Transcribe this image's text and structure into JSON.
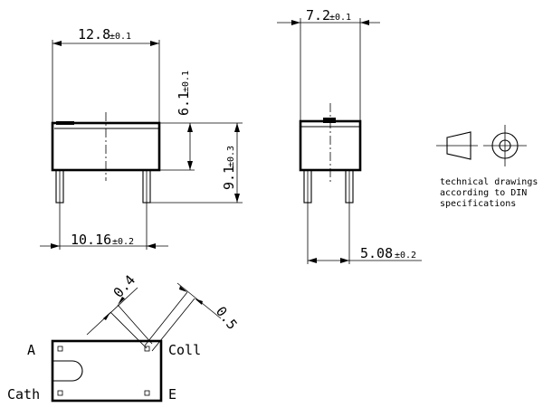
{
  "dimensions": {
    "width_top": {
      "value": "12.8",
      "tol": "±0.1"
    },
    "side_width": {
      "value": "7.2",
      "tol": "±0.1"
    },
    "body_height": {
      "value": "6.1",
      "tol": "±0.1"
    },
    "total_height": {
      "value": "9.1",
      "tol": "±0.3"
    },
    "pin_pitch": {
      "value": "10.16",
      "tol": "±0.2"
    },
    "side_pitch": {
      "value": "5.08",
      "tol": "±0.2"
    },
    "diag_a": "0.4",
    "diag_b": "0.5"
  },
  "note": {
    "line1": "technical drawings",
    "line2": "according to DIN",
    "line3": "specifications"
  },
  "pins": {
    "a": "A",
    "cath": "Cath",
    "coll": "Coll",
    "e": "E"
  }
}
